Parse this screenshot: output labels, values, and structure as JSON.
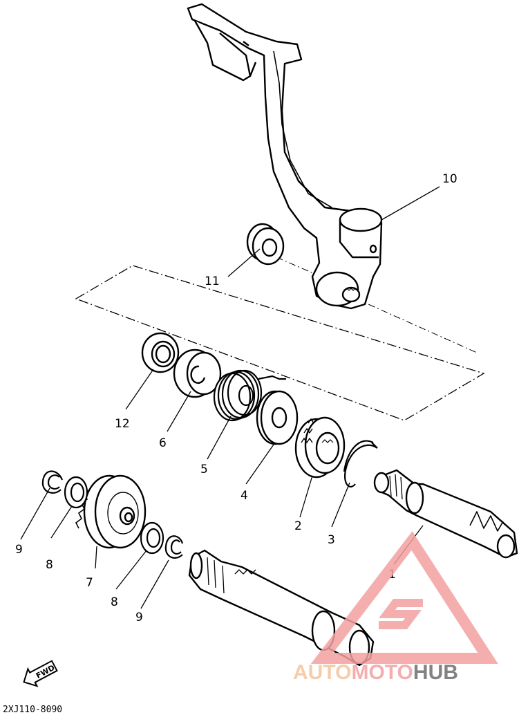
{
  "labels": {
    "p1": "1",
    "p2": "2",
    "p3": "3",
    "p4": "4",
    "p5": "5",
    "p6": "6",
    "p7": "7",
    "p8a": "8",
    "p8b": "8",
    "p9a": "9",
    "p9b": "9",
    "p10": "10",
    "p11": "11",
    "p12": "12"
  },
  "fwd": "FWD",
  "diagram_code": "2XJ110-8090",
  "watermark": {
    "auto": "AUTO",
    "moto": "MOTO",
    "hub": "HUB",
    "color_auto": "#f6c49a",
    "color_moto": "#f4a0a0",
    "color_hub": "#6d6d6d"
  }
}
